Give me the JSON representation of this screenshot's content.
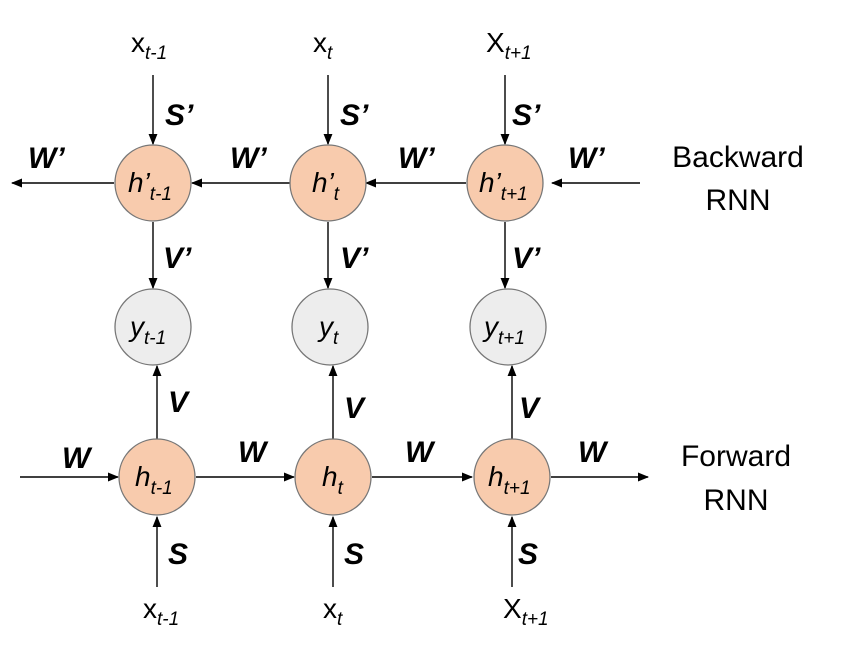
{
  "inputs_top": [
    {
      "base": "x",
      "sub": "t-1"
    },
    {
      "base": "x",
      "sub": "t"
    },
    {
      "base": "X",
      "sub": "t+1"
    }
  ],
  "inputs_bottom": [
    {
      "base": "x",
      "sub": "t-1"
    },
    {
      "base": "x",
      "sub": "t"
    },
    {
      "base": "X",
      "sub": "t+1"
    }
  ],
  "backward_nodes": [
    {
      "base": "h’",
      "sub": "t-1"
    },
    {
      "base": "h’",
      "sub": "t"
    },
    {
      "base": "h’",
      "sub": "t+1"
    }
  ],
  "output_nodes": [
    {
      "base": "y",
      "sub": "t-1"
    },
    {
      "base": "y",
      "sub": "t"
    },
    {
      "base": "y",
      "sub": "t+1"
    }
  ],
  "forward_nodes": [
    {
      "base": "h",
      "sub": "t-1"
    },
    {
      "base": "h",
      "sub": "t"
    },
    {
      "base": "h",
      "sub": "t+1"
    }
  ],
  "weights": {
    "backward_input": "S’",
    "backward_recurrent": "W’",
    "backward_output": "V’",
    "forward_input": "S",
    "forward_recurrent": "W",
    "forward_output": "V"
  },
  "side_labels": {
    "backward_line1": "Backward",
    "backward_line2": "RNN",
    "forward_line1": "Forward",
    "forward_line2": "RNN"
  },
  "colors": {
    "hidden_node_fill": "#f8cbad",
    "output_node_fill": "#ededed",
    "edge": "#000000"
  }
}
